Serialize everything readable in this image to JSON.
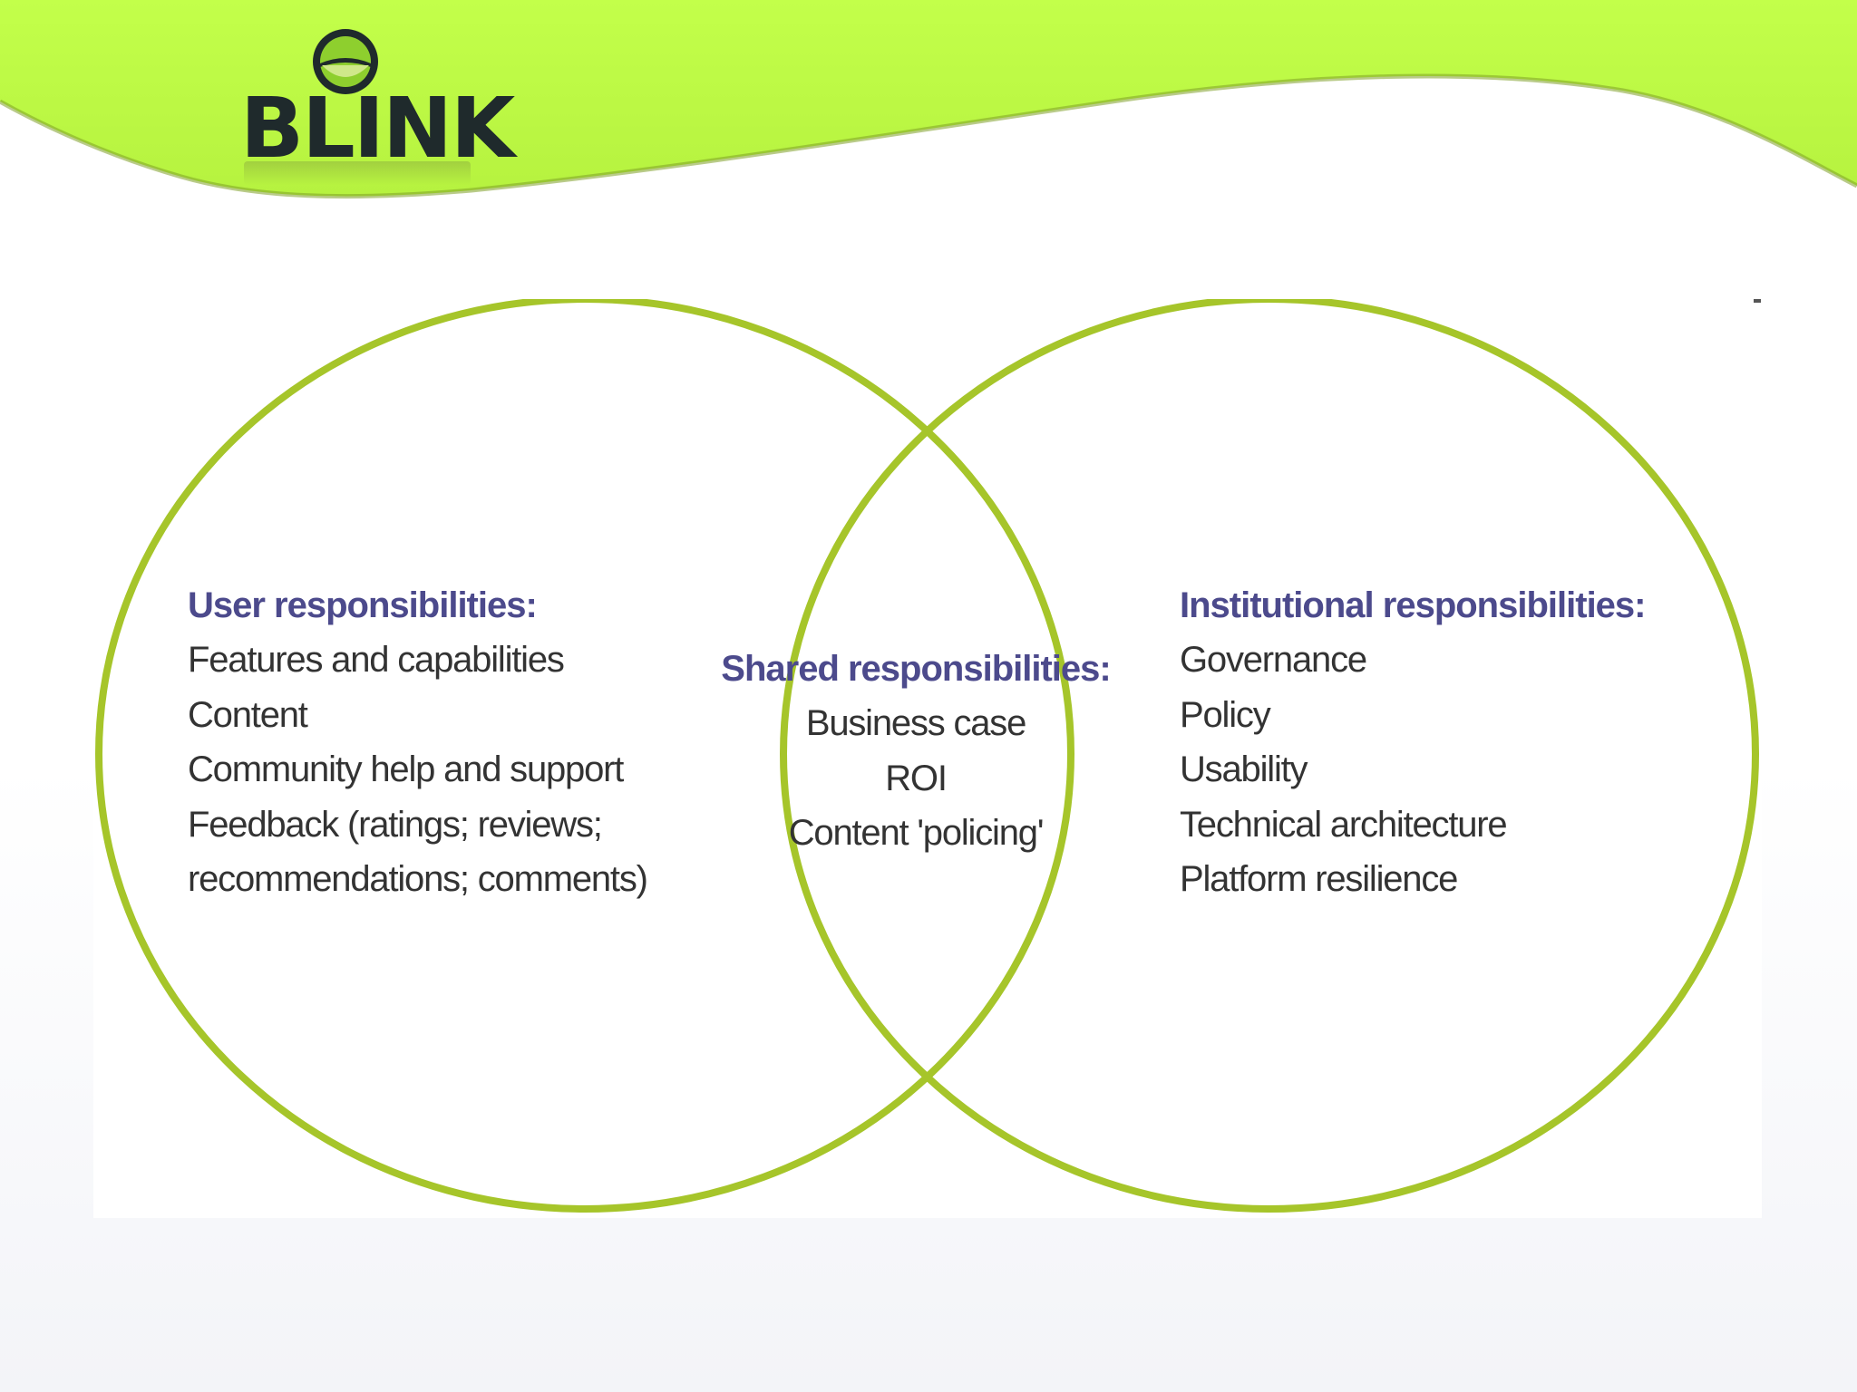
{
  "brand": {
    "logo_text": "BLINK",
    "accent_color": "#c0ff48",
    "ring_color": "#a3c520",
    "dark_color": "#1f2a2c"
  },
  "diagram": {
    "type": "venn",
    "circle_count": 2,
    "groups": {
      "user": {
        "heading": "User responsibilities:",
        "items": [
          "Features and capabilities",
          "Content",
          "Community help and support",
          "Feedback (ratings; reviews;",
          "recommendations; comments)"
        ]
      },
      "shared": {
        "heading": "Shared responsibilities:",
        "items": [
          "Business case",
          "ROI",
          "Content 'policing'"
        ]
      },
      "institutional": {
        "heading": "Institutional responsibilities:",
        "items": [
          "Governance",
          "Policy",
          "Usability",
          "Technical architecture",
          "Platform resilience"
        ]
      }
    }
  }
}
